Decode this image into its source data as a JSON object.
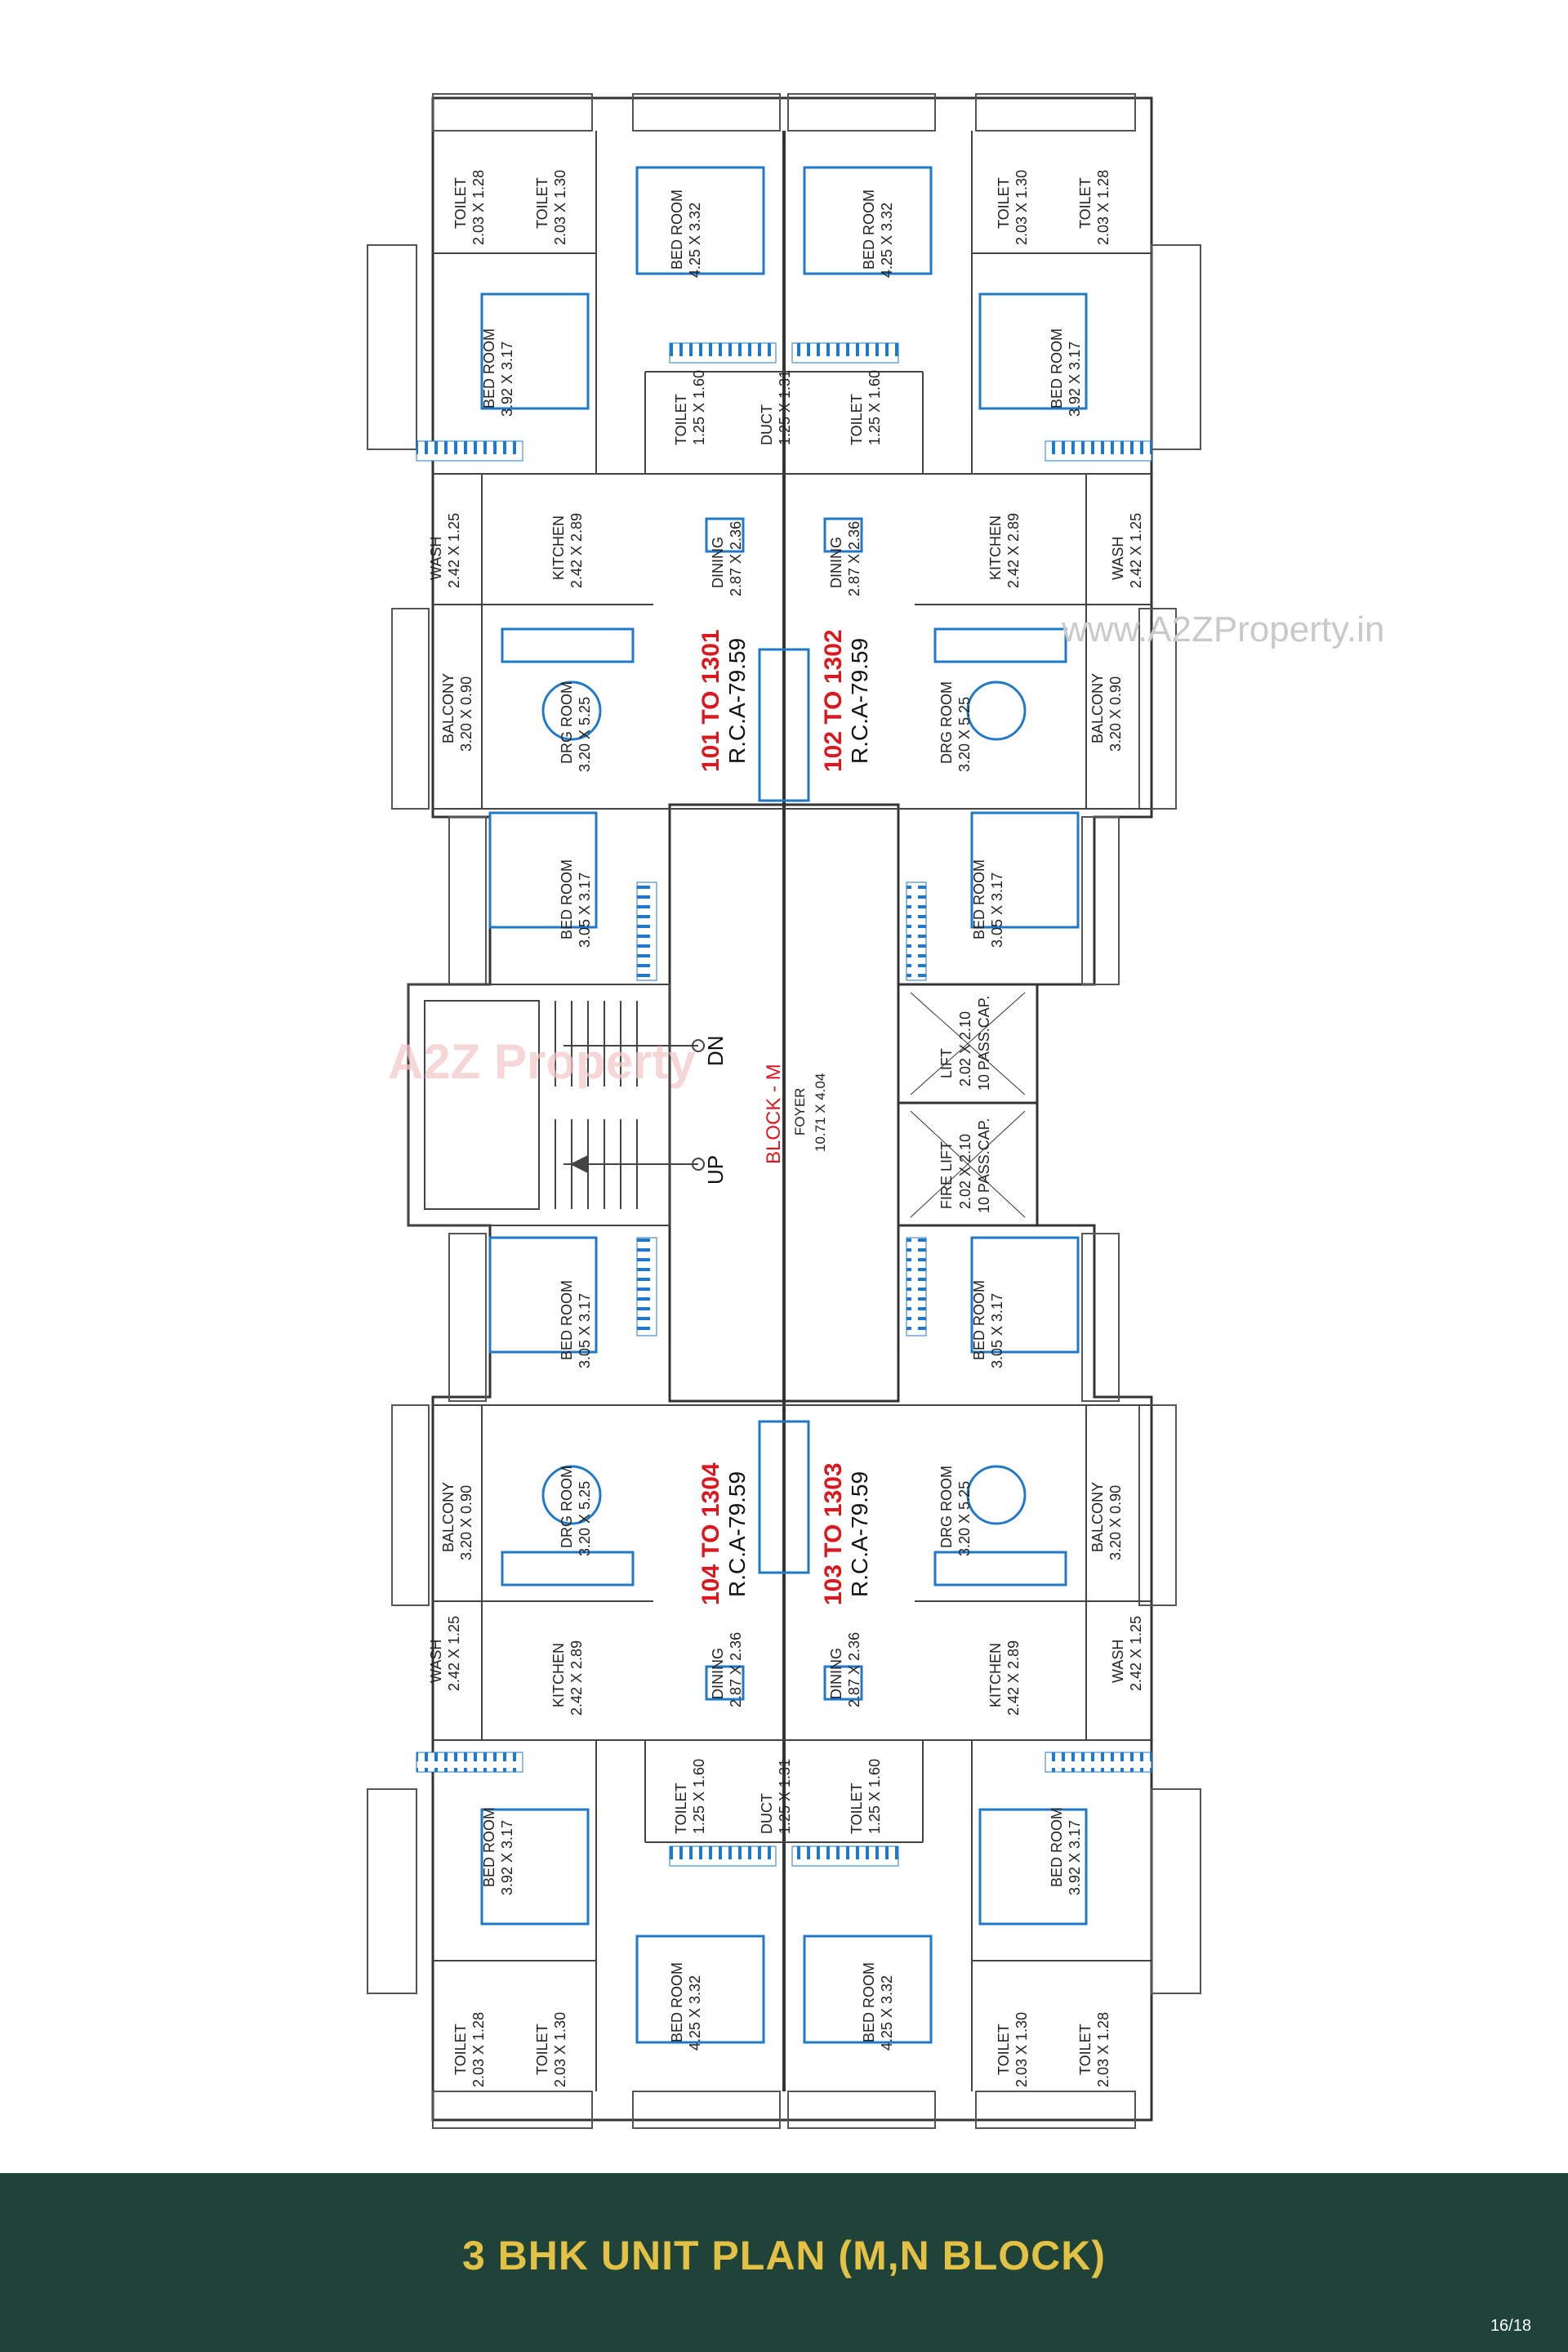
{
  "watermark_url": "www.A2ZProperty.in",
  "watermark_logo": "A2Z Property",
  "block": {
    "name": "BLOCK - M",
    "foyer_label": "FOYER",
    "foyer_size": "10.71 X 4.04"
  },
  "stairs": {
    "down": "DN",
    "up": "UP"
  },
  "lifts": [
    {
      "name": "LIFT",
      "size": "2.02 X 2.10",
      "cap": "10 PASS.CAP."
    },
    {
      "name": "FIRE LIFT",
      "size": "2.02 X 2.10",
      "cap": "10 PASS.CAP."
    }
  ],
  "units": [
    {
      "id": "101 TO 1301",
      "rca": "R.C.A-79.59"
    },
    {
      "id": "102 TO 1302",
      "rca": "R.C.A-79.59"
    },
    {
      "id": "103 TO 1303",
      "rca": "R.C.A-79.59"
    },
    {
      "id": "104 TO 1304",
      "rca": "R.C.A-79.59"
    }
  ],
  "rooms": {
    "toilet_a": {
      "name": "TOILET",
      "size": "2.03 X 1.28"
    },
    "toilet_b": {
      "name": "TOILET",
      "size": "2.03 X 1.30"
    },
    "bed_main": {
      "name": "BED ROOM",
      "size": "4.25 X 3.32"
    },
    "bed_side": {
      "name": "BED ROOM",
      "size": "3.92 X 3.17"
    },
    "bed_mid": {
      "name": "BED ROOM",
      "size": "3.05 X 3.17"
    },
    "toilet_small": {
      "name": "TOILET",
      "size": "1.25 X 1.60"
    },
    "duct": {
      "name": "DUCT",
      "size": "1.25 X 1.31"
    },
    "dining": {
      "name": "DINING",
      "size": "2.87 X 2.36"
    },
    "kitchen": {
      "name": "KITCHEN",
      "size": "2.42 X 2.89"
    },
    "wash": {
      "name": "WASH",
      "size": "2.42 X 1.25"
    },
    "drg": {
      "name": "DRG ROOM",
      "size": "3.20 X 5.25"
    },
    "balcony": {
      "name": "BALCONY",
      "size": "3.20 X 0.90"
    }
  },
  "footer": {
    "title": "3 BHK UNIT PLAN (M,N BLOCK)",
    "page": "16/18"
  }
}
